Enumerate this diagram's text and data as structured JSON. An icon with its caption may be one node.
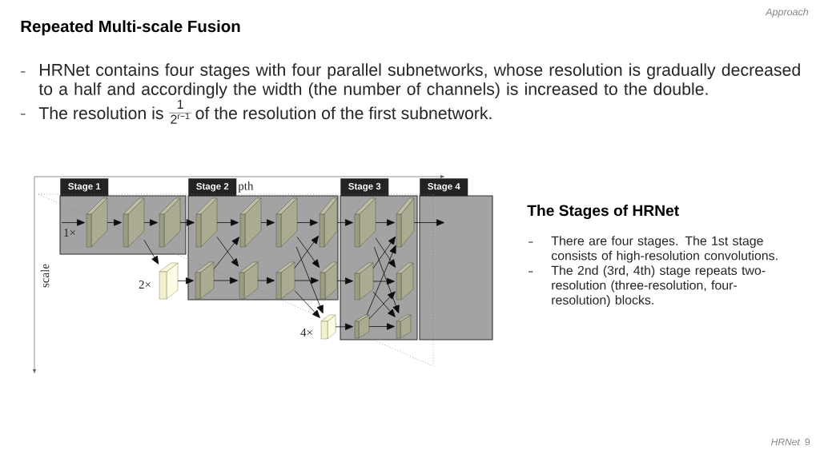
{
  "diagram": {
    "title": "Repeated Multi-scale Fusion",
    "nodes": [
      {
        "text": [
          "Stage 1"
        ]
      },
      {
        "text": [],
        "shape": "box",
        "in": 0,
        "beside": [
          "1×"
        ]
      },
      {
        "text": [],
        "shape": "box",
        "in": 0
      },
      {
        "text": [],
        "shape": "box",
        "in": 0
      },
      {
        "text": [],
        "shape": "box",
        "beside": [
          "2×"
        ]
      },
      {
        "text": [
          "Stage 2"
        ]
      },
      {
        "text": [],
        "shape": "box",
        "in": 5
      },
      {
        "text": [],
        "shape": "box",
        "in": 5
      },
      {
        "text": [],
        "shape": "box",
        "in": 5
      },
      {
        "text": [],
        "shape": "box",
        "in": 5
      },
      {
        "text": [],
        "shape": "box",
        "in": 5
      },
      {
        "text": [],
        "shape": "box",
        "in": 5
      },
      {
        "text": [],
        "shape": "box",
        "in": 5
      },
      {
        "text": [],
        "shape": "box",
        "in": 5
      },
      {
        "text": [],
        "shape": "box",
        "beside": [
          "4×"
        ]
      },
      {
        "text": [
          "Stage 3"
        ]
      },
      {
        "text": [],
        "shape": "box",
        "in": 15
      },
      {
        "text": [],
        "shape": "box",
        "in": 15
      },
      {
        "text": [],
        "shape": "box",
        "in": 15
      },
      {
        "text": [],
        "shape": "box",
        "in": 15
      },
      {
        "text": [],
        "shape": "box",
        "in": 15
      },
      {
        "text": [],
        "shape": "box",
        "in": 15
      },
      {
        "text": [
          "Stage 4"
        ]
      }
    ],
    "edges": [
      {
        "from": null,
        "to": 1,
        "arrow": "to"
      },
      {
        "from": 1,
        "to": 2,
        "arrow": "to"
      },
      {
        "from": 2,
        "to": 3,
        "arrow": "to"
      },
      {
        "from": 2,
        "to": 4,
        "arrow": "to"
      },
      {
        "from": 3,
        "to": 6,
        "arrow": "to"
      },
      {
        "from": 4,
        "to": 10,
        "arrow": "to"
      },
      {
        "from": 6,
        "to": 7,
        "arrow": "to"
      },
      {
        "from": 6,
        "to": 11,
        "arrow": "to"
      },
      {
        "from": 10,
        "to": 11,
        "arrow": "to"
      },
      {
        "from": 10,
        "to": 7,
        "arrow": "to"
      },
      {
        "from": 7,
        "to": 8,
        "arrow": "to"
      },
      {
        "from": 11,
        "to": 12,
        "arrow": "to"
      },
      {
        "from": 8,
        "to": 9,
        "arrow": "to"
      },
      {
        "from": 8,
        "to": 13,
        "arrow": "to"
      },
      {
        "from": 8,
        "to": 14,
        "arrow": "to"
      },
      {
        "from": 12,
        "to": 13,
        "arrow": "to"
      },
      {
        "from": 12,
        "to": 9,
        "arrow": "to"
      },
      {
        "from": 12,
        "to": 14,
        "arrow": "to"
      },
      {
        "from": 9,
        "to": 16,
        "arrow": "to"
      },
      {
        "from": 13,
        "to": 18,
        "arrow": "to"
      },
      {
        "from": 14,
        "to": 20,
        "arrow": "to"
      },
      {
        "from": 16,
        "to": 17,
        "arrow": "to"
      },
      {
        "from": 16,
        "to": 19,
        "arrow": "to"
      },
      {
        "from": 16,
        "to": 21,
        "arrow": "to"
      },
      {
        "from": 18,
        "to": 17,
        "arrow": "to"
      },
      {
        "from": 18,
        "to": 19,
        "arrow": "to"
      },
      {
        "from": 18,
        "to": 21,
        "arrow": "to"
      },
      {
        "from": 20,
        "to": 17,
        "arrow": "to"
      },
      {
        "from": 20,
        "to": 19,
        "arrow": "to"
      },
      {
        "from": 20,
        "to": 21,
        "arrow": "to"
      },
      {
        "from": 17,
        "to": 22,
        "arrow": "to"
      }
    ],
    "labels": [
      "Approach",
      "HRNet contains four stages with four parallel subnetworks, whose resolution is gradually decreased to a half and accordingly the width (the number of channels) is increased to the double.",
      "The resolution is",
      "1",
      "2$^{r−1}$",
      "of the resolution of the first subnetwork.",
      "pth",
      "scale",
      "The Stages of HRNet",
      "There are four stages. The 1st stage consists of high-resolution convolutions.",
      "The 2nd (3rd, 4th) stage repeats two-resolution (three-resolution, four-resolution) blocks.",
      "HRNet",
      "9"
    ]
  }
}
